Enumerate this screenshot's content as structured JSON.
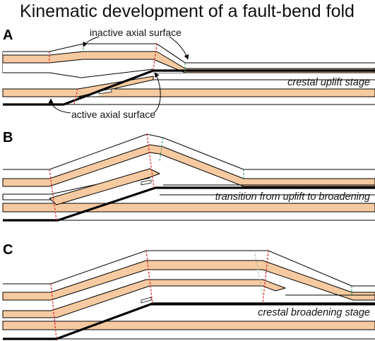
{
  "title": "Kinematic development of a fault-bend fold",
  "panels": [
    {
      "id": "A",
      "label": "A",
      "stage": "crestal uplift stage"
    },
    {
      "id": "B",
      "label": "B",
      "stage": "transition from uplift to broadening"
    },
    {
      "id": "C",
      "label": "C",
      "stage": "crestal broadening stage"
    }
  ],
  "annotations": {
    "inactive_axial_surface": "inactive axial surface",
    "active_axial_surface": "active axial surface"
  },
  "colors": {
    "bed_fill": "#f6caa0",
    "active_axial_surface": "#e03030",
    "inactive_axial_surface": "#3a9a5a",
    "fault": "#000000"
  }
}
